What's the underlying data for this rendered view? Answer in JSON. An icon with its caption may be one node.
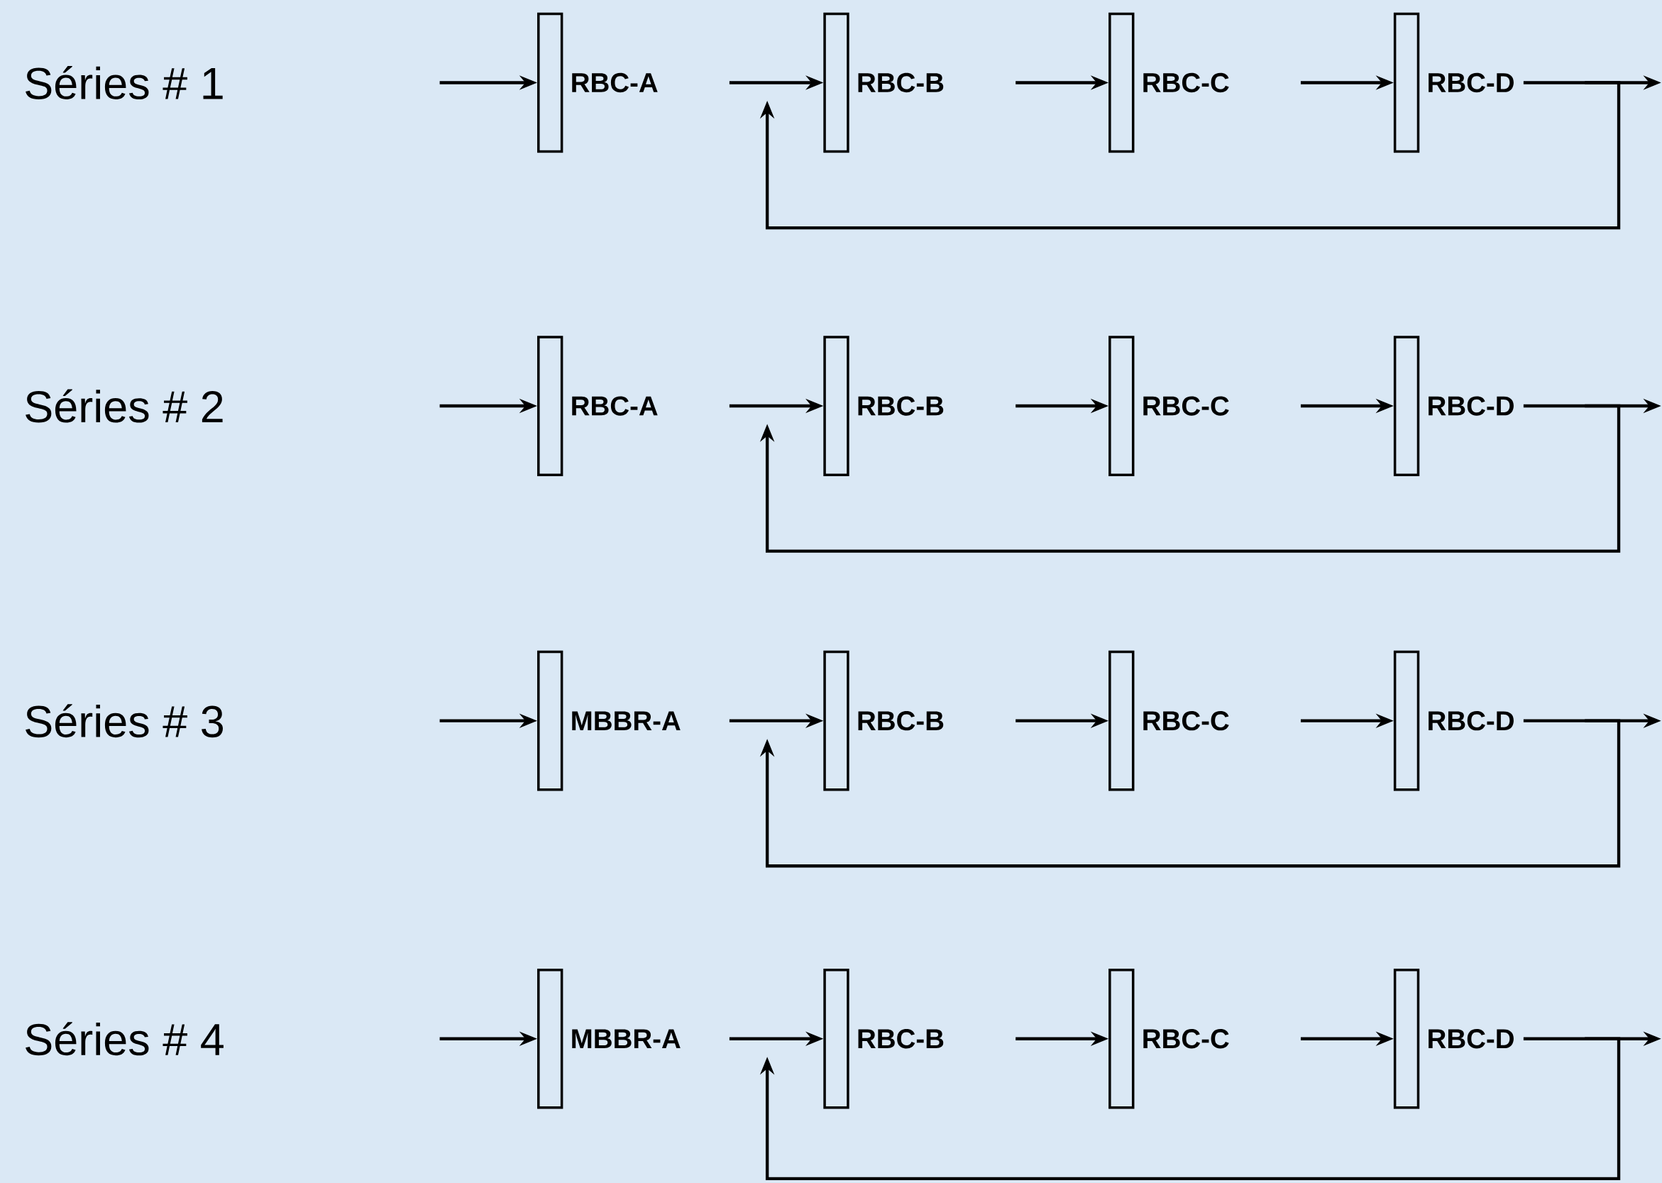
{
  "diagram": {
    "nodes": [
      {
        "text": [
          "RBC-A"
        ]
      },
      {
        "text": [
          "RBC-B"
        ]
      },
      {
        "text": [
          "RBC-C"
        ]
      },
      {
        "text": [
          "RBC-D"
        ]
      },
      {
        "text": [
          "RBC-A"
        ]
      },
      {
        "text": [
          "RBC-B"
        ]
      },
      {
        "text": [
          "RBC-C"
        ]
      },
      {
        "text": [
          "RBC-D"
        ]
      },
      {
        "text": [
          "MBBR-A"
        ]
      },
      {
        "text": [
          "RBC-B"
        ]
      },
      {
        "text": [
          "RBC-C"
        ]
      },
      {
        "text": [
          "RBC-D"
        ]
      },
      {
        "text": [
          "MBBR-A"
        ]
      },
      {
        "text": [
          "RBC-B"
        ]
      },
      {
        "text": [
          "RBC-C"
        ]
      },
      {
        "text": [
          "RBC-D"
        ]
      }
    ],
    "edges": [
      {
        "from": null,
        "to": 0,
        "arrow": "to"
      },
      {
        "from": 0,
        "to": 1,
        "arrow": "to"
      },
      {
        "from": 1,
        "to": 2,
        "arrow": "to"
      },
      {
        "from": 2,
        "to": 3,
        "arrow": "to"
      },
      {
        "from": 3,
        "to": null,
        "arrow": "to"
      },
      {
        "from": 3,
        "to": 1,
        "arrow": "to"
      },
      {
        "from": null,
        "to": 4,
        "arrow": "to"
      },
      {
        "from": 4,
        "to": 5,
        "arrow": "to"
      },
      {
        "from": 5,
        "to": 6,
        "arrow": "to"
      },
      {
        "from": 6,
        "to": 7,
        "arrow": "to"
      },
      {
        "from": 7,
        "to": null,
        "arrow": "to"
      },
      {
        "from": 7,
        "to": 5,
        "arrow": "to"
      },
      {
        "from": null,
        "to": 8,
        "arrow": "to"
      },
      {
        "from": 8,
        "to": 9,
        "arrow": "to"
      },
      {
        "from": 9,
        "to": 10,
        "arrow": "to"
      },
      {
        "from": 10,
        "to": 11,
        "arrow": "to"
      },
      {
        "from": 11,
        "to": null,
        "arrow": "to"
      },
      {
        "from": 11,
        "to": 9,
        "arrow": "to"
      },
      {
        "from": null,
        "to": 12,
        "arrow": "to"
      },
      {
        "from": 12,
        "to": 13,
        "arrow": "to"
      },
      {
        "from": 13,
        "to": 14,
        "arrow": "to"
      },
      {
        "from": 14,
        "to": 15,
        "arrow": "to"
      },
      {
        "from": 15,
        "to": null,
        "arrow": "to"
      },
      {
        "from": 15,
        "to": 13,
        "arrow": "to"
      }
    ],
    "labels": [
      "Séries # 1",
      "Séries # 2",
      "Séries # 3",
      "Séries # 4"
    ]
  }
}
